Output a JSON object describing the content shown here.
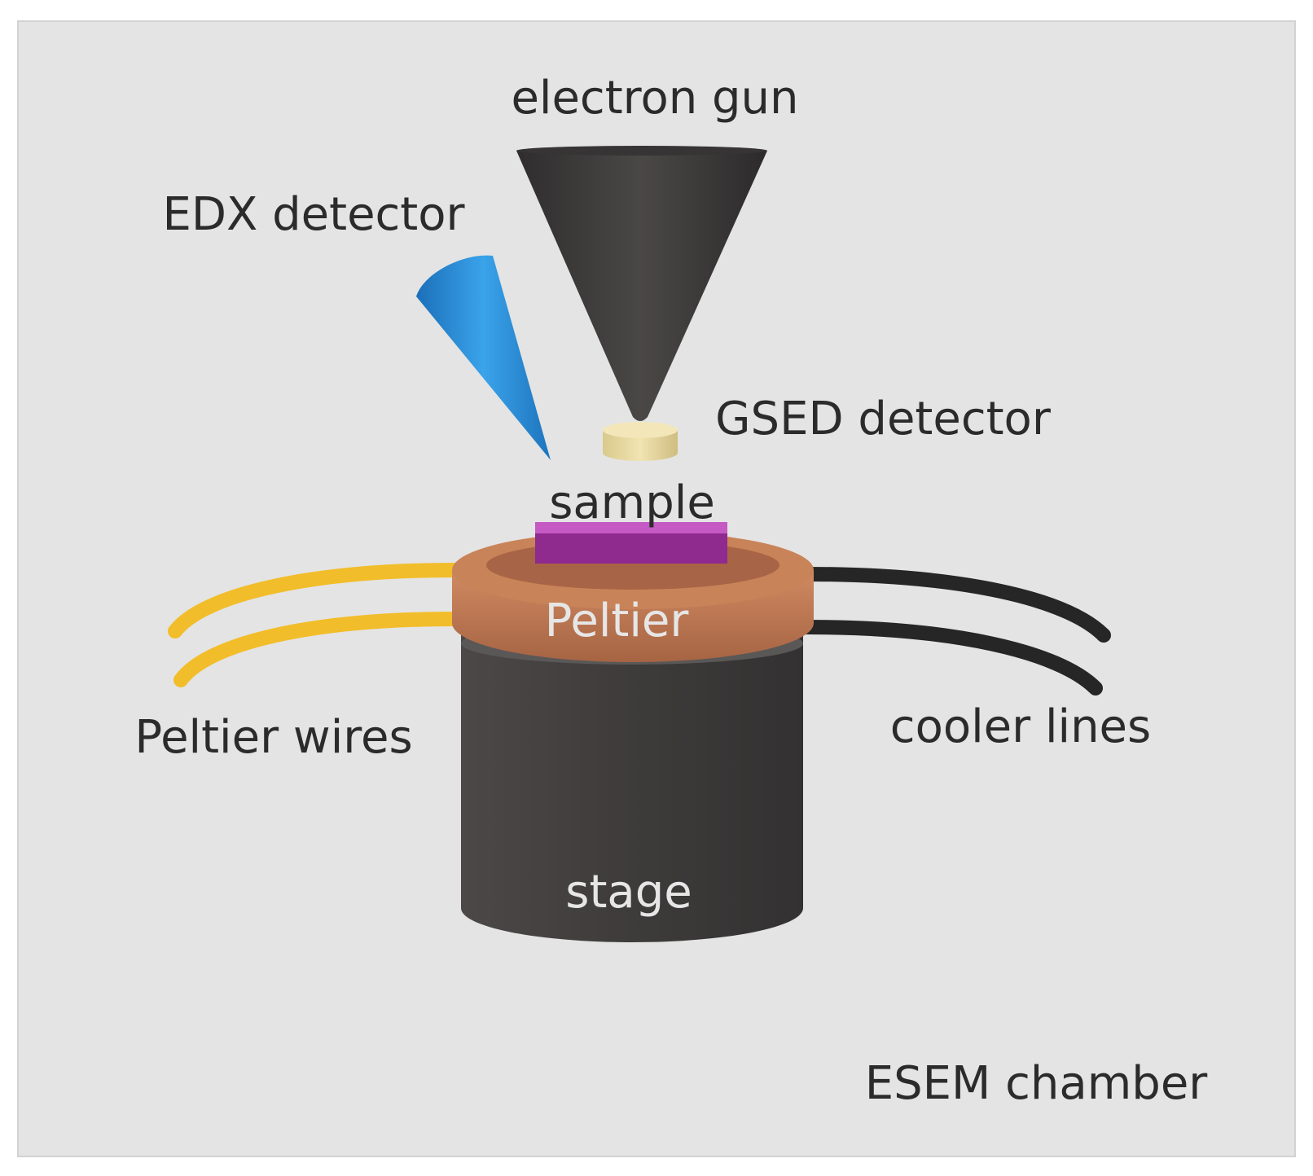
{
  "labels": {
    "electron_gun": "electron gun",
    "edx_detector": "EDX detector",
    "gsed_detector": "GSED detector",
    "sample": "sample",
    "peltier": "Peltier",
    "peltier_wires": "Peltier wires",
    "cooler_lines": "cooler lines",
    "stage": "stage",
    "chamber": "ESEM chamber"
  },
  "colors": {
    "chamber_bg": "#e4e4e4",
    "chamber_border": "#d2d2d2",
    "electron_gun": "#3d3b3b",
    "edx_detector": "#2f8fd8",
    "gsed_detector": "#e8d9a0",
    "sample": "#8f2a8f",
    "peltier": "#c27a55",
    "peltier_wires": "#f2bd2a",
    "cooler_lines": "#262626",
    "stage": "#3f3c3c",
    "label_dark": "#2b2b2b",
    "label_light": "#e6e6e6"
  }
}
